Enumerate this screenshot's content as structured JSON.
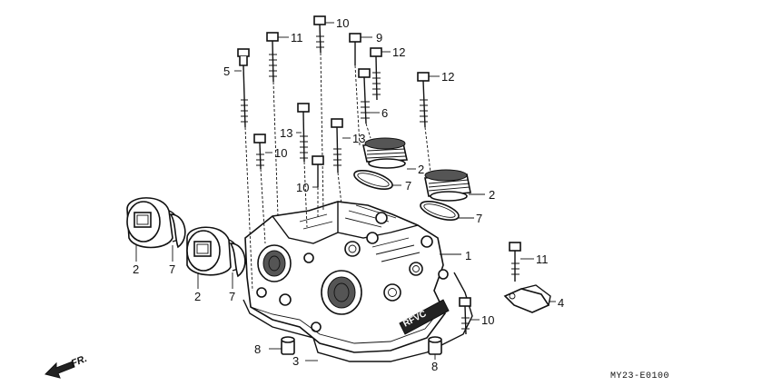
{
  "labels": {
    "l1": "1",
    "l2a": "2",
    "l2b": "2",
    "l2c": "2",
    "l2d": "2",
    "l3": "3",
    "l4": "4",
    "l5": "5",
    "l6": "6",
    "l7a": "7",
    "l7b": "7",
    "l7c": "7",
    "l7d": "7",
    "l8a": "8",
    "l8b": "8",
    "l9": "9",
    "l10a": "10",
    "l10b": "10",
    "l10c": "10",
    "l10d": "10",
    "l11a": "11",
    "l11b": "11",
    "l12a": "12",
    "l12b": "12",
    "l13a": "13",
    "l13b": "13"
  },
  "front_label": "FR.",
  "brand_mark": "RFVC",
  "diagram_code": "MY23-E0100"
}
